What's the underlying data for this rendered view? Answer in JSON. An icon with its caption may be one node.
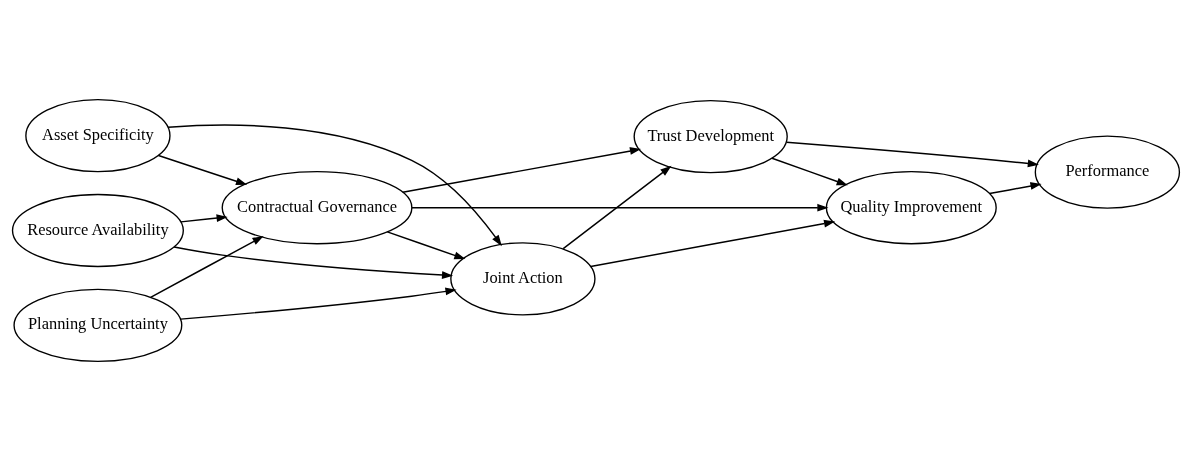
{
  "diagram": {
    "nodes": [
      {
        "text": [
          "Asset Specificity"
        ]
      },
      {
        "text": [
          "Planning Uncertainty"
        ]
      },
      {
        "text": [
          "Resource Availability"
        ]
      },
      {
        "text": [
          "Contractual Governance"
        ]
      },
      {
        "text": [
          "Joint Action"
        ]
      },
      {
        "text": [
          "Trust Development"
        ]
      },
      {
        "text": [
          "Quality Improvement"
        ]
      },
      {
        "text": [
          "Performance"
        ]
      }
    ],
    "edges": [
      {
        "from": 0,
        "to": 3,
        "arrow": "to"
      },
      {
        "from": 0,
        "to": 4,
        "arrow": "to"
      },
      {
        "from": 1,
        "to": 3,
        "arrow": "to"
      },
      {
        "from": 1,
        "to": 4,
        "arrow": "to"
      },
      {
        "from": 2,
        "to": 3,
        "arrow": "to"
      },
      {
        "from": 2,
        "to": 4,
        "arrow": "to"
      },
      {
        "from": 3,
        "to": 4,
        "arrow": "to"
      },
      {
        "from": 3,
        "to": 5,
        "arrow": "to"
      },
      {
        "from": 3,
        "to": 6,
        "arrow": "to"
      },
      {
        "from": 4,
        "to": 5,
        "arrow": "to"
      },
      {
        "from": 4,
        "to": 6,
        "arrow": "to"
      },
      {
        "from": 5,
        "to": 6,
        "arrow": "to"
      },
      {
        "from": 5,
        "to": 7,
        "arrow": "to"
      },
      {
        "from": 6,
        "to": 7,
        "arrow": "to"
      }
    ]
  }
}
